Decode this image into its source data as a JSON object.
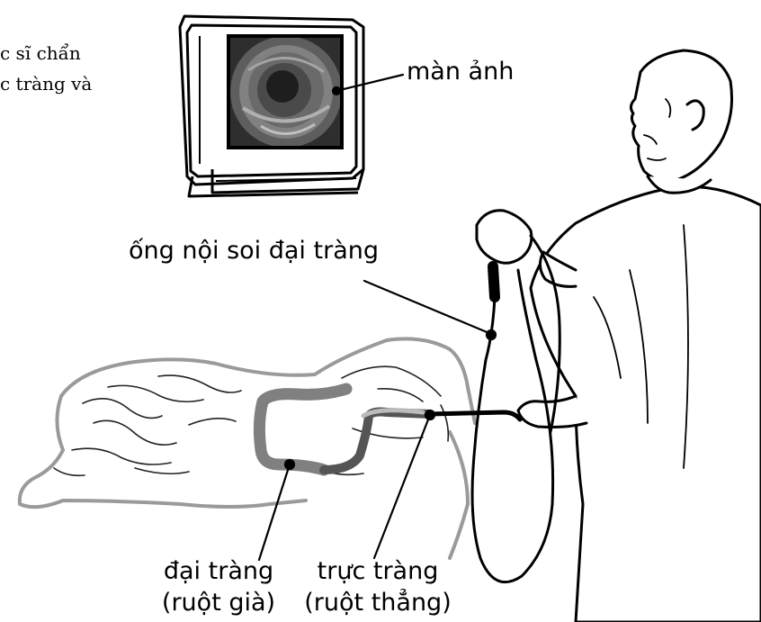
{
  "intro_text": {
    "line1": "c sĩ chẩn",
    "line2": "c tràng và"
  },
  "labels": {
    "monitor": "màn ảnh",
    "scope": "ống nội soi đại tràng",
    "colon_line1": "đại tràng",
    "colon_line2": "(ruột già)",
    "rectum_line1": "trực tràng",
    "rectum_line2": "(ruột thẳng)"
  },
  "colors": {
    "ink": "#000000",
    "patient_outline": "#9a9a9a",
    "colon_fill": "#808080",
    "screen_dark": "#3a3a3a"
  }
}
